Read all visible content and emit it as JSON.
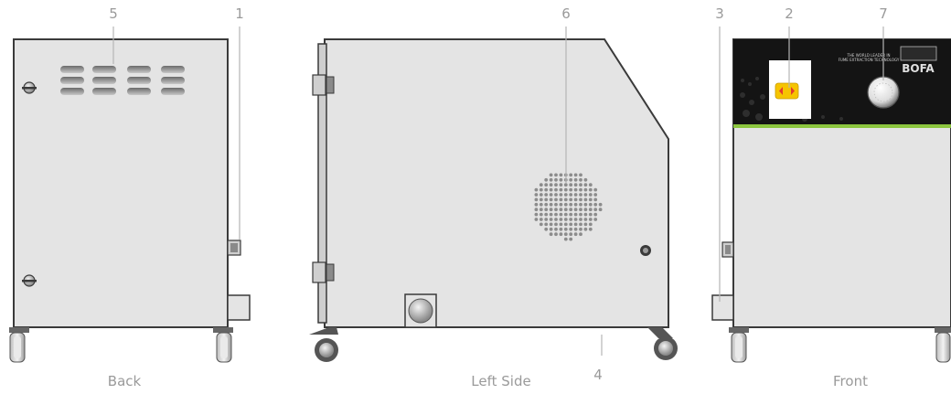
{
  "views": {
    "back": "Back",
    "left_side": "Left Side",
    "front": "Front"
  },
  "callouts": {
    "c1": "1",
    "c2": "2",
    "c3": "3",
    "c4": "4",
    "c5": "5",
    "c6": "6",
    "c7": "7"
  },
  "brand": {
    "logo": "BOFA",
    "tagline_1": "THE WORLD LEADER IN",
    "tagline_2": "FUME EXTRACTION TECHNOLOGY"
  },
  "colors": {
    "body": "#e4e4e4",
    "outline": "#3a3a3a",
    "front_panel": "#141414",
    "accent_stripe": "#8cc63f",
    "label": "#9a9a9a",
    "indicator": "#f6c400"
  }
}
